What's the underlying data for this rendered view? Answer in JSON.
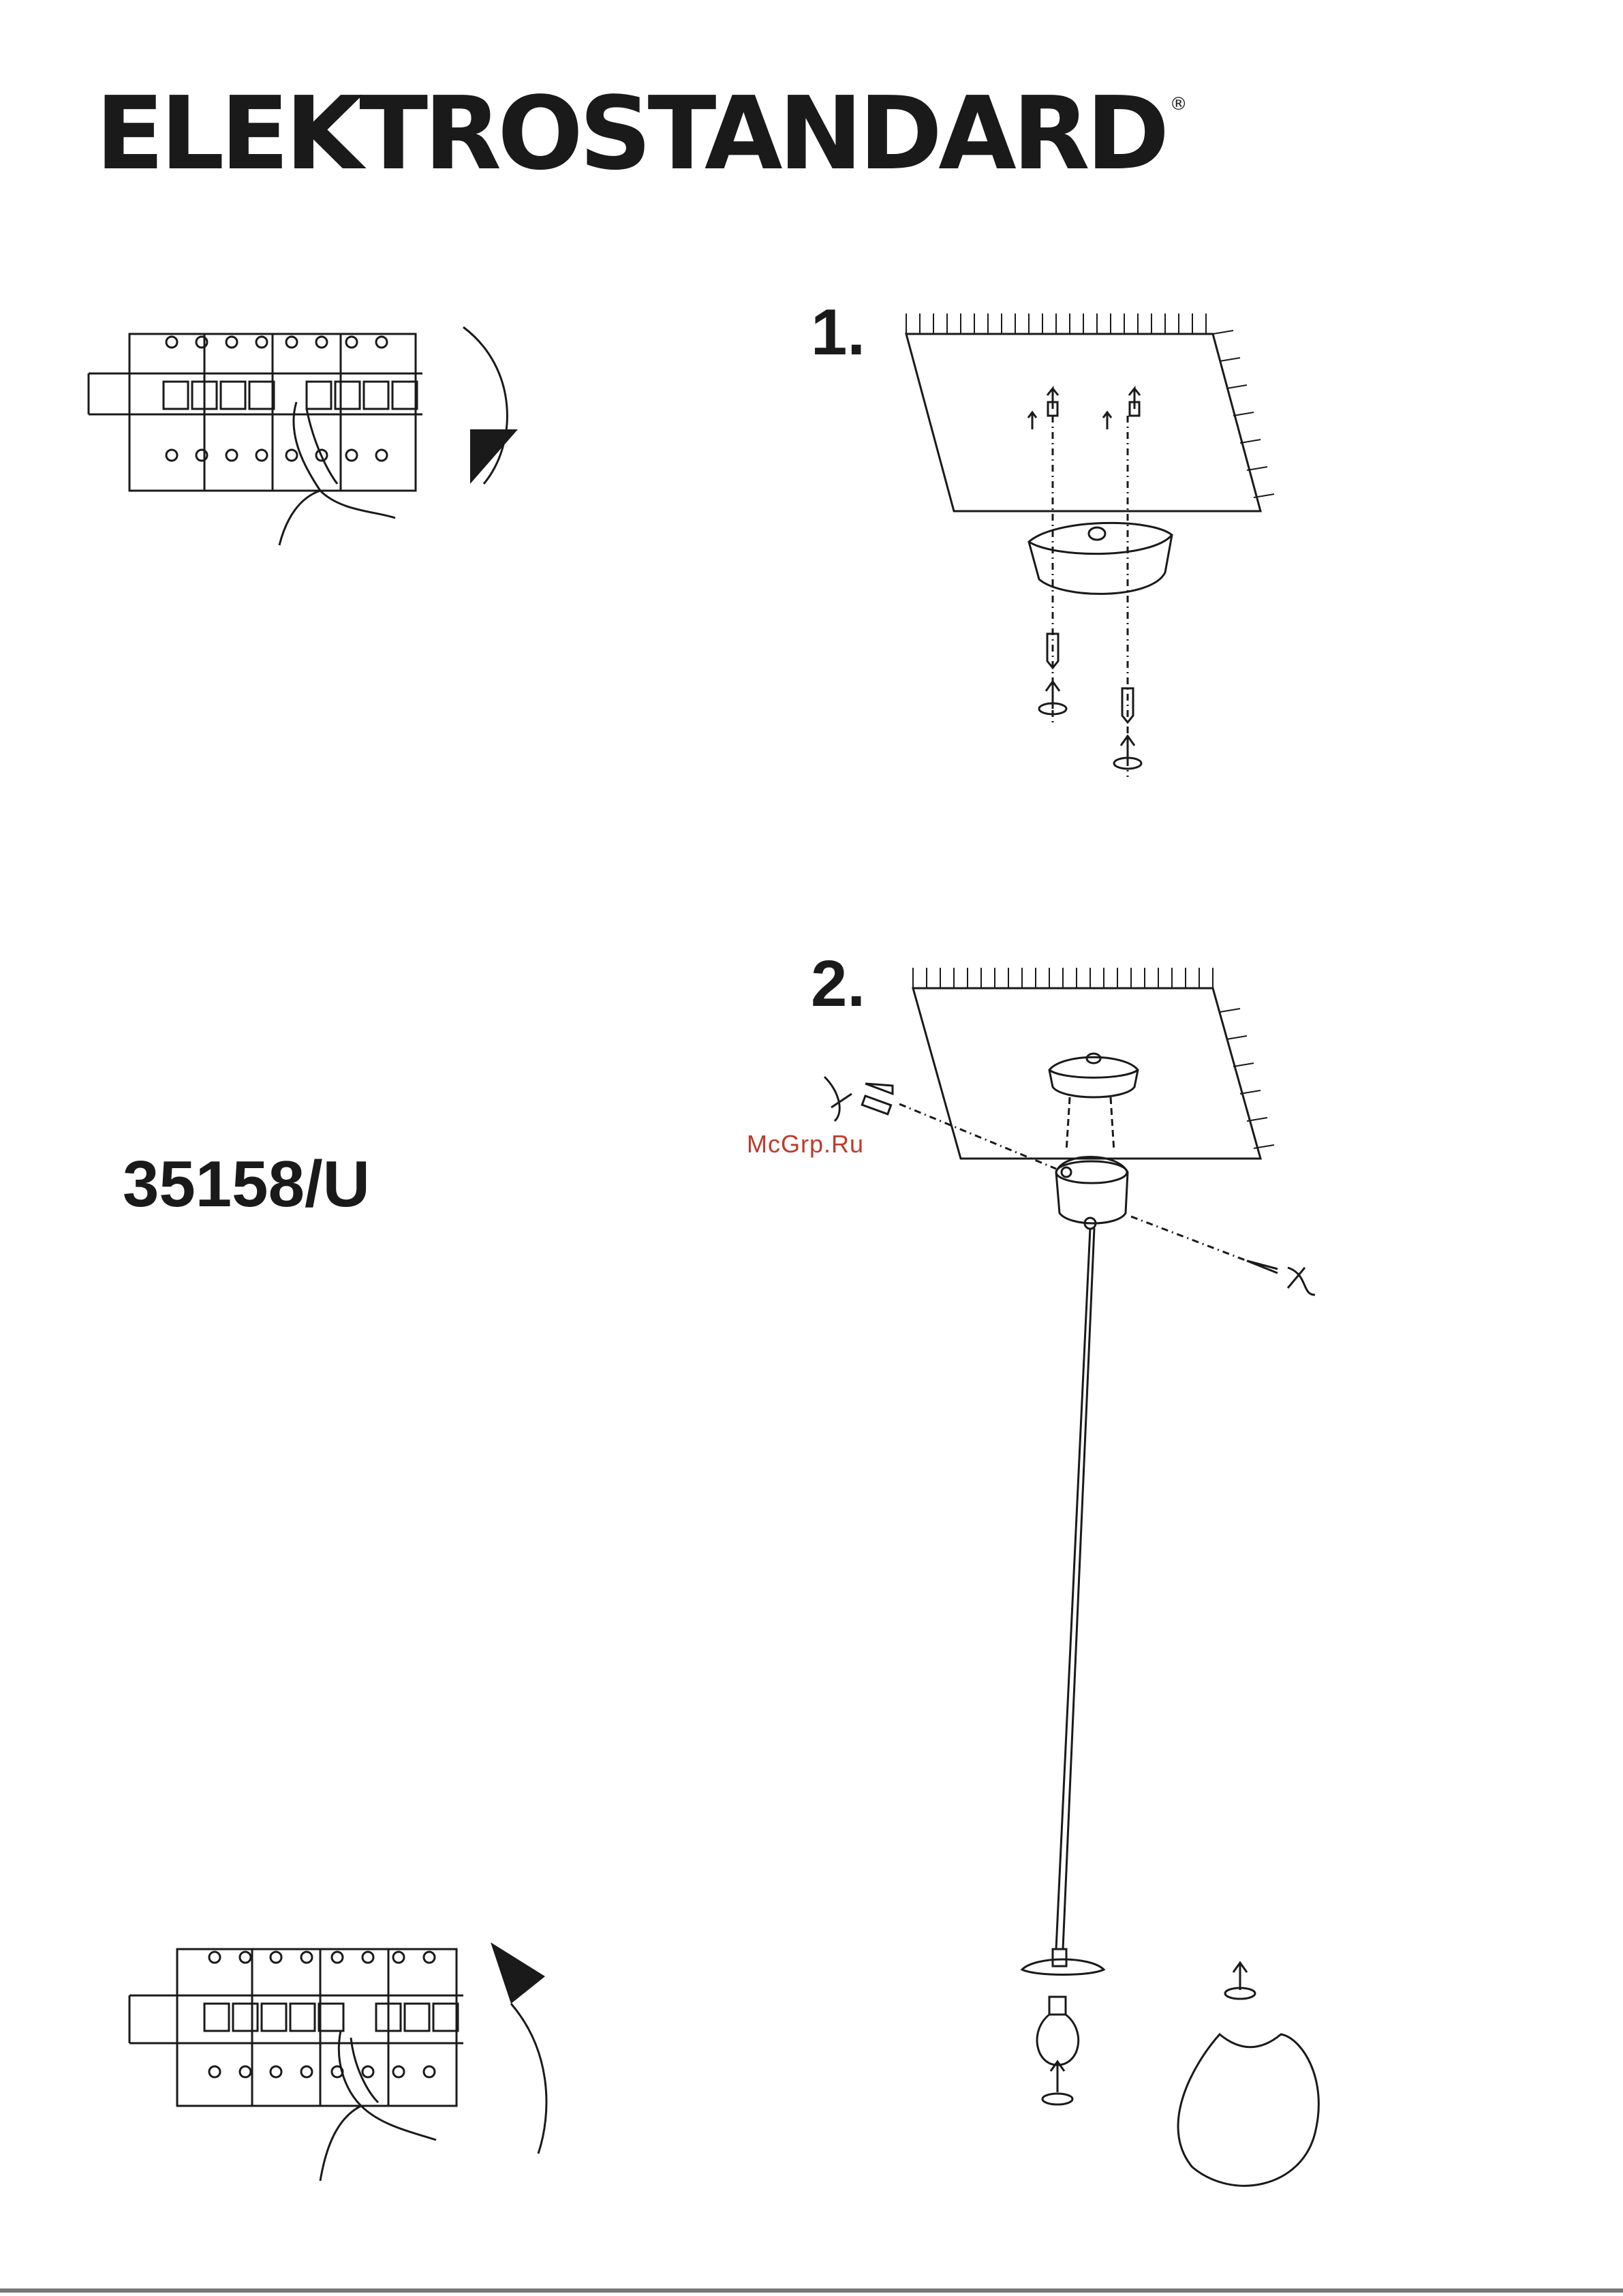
{
  "header": {
    "brand": "ELEKTROSTANDARD",
    "trademark": "®"
  },
  "steps": [
    {
      "label": "1."
    },
    {
      "label": "2."
    }
  ],
  "product": {
    "model": "35158/U"
  },
  "watermark": {
    "text": "McGrp.Ru"
  },
  "icons": {
    "breaker_off": "circuit-breaker-off-icon",
    "breaker_on": "circuit-breaker-on-icon",
    "rotate": "rotate-arrow-icon",
    "screw": "screw-icon",
    "dowel": "wall-plug-icon"
  },
  "colors": {
    "ink": "#1a1a1a",
    "watermark": "#c0392b",
    "paper": "#ffffff"
  }
}
